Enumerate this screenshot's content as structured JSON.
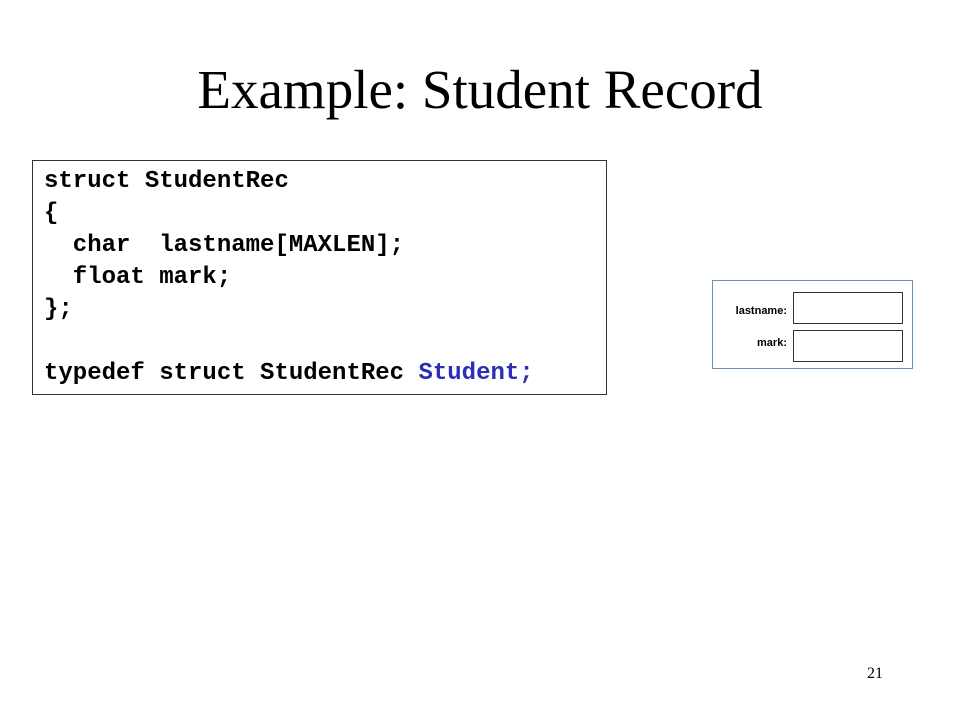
{
  "slide": {
    "title": "Example: Student Record",
    "page_number": "21"
  },
  "code": {
    "line1": "struct StudentRec",
    "line2": "{",
    "line3": "  char  lastname[MAXLEN];",
    "line4": "  float mark;",
    "line5": "};",
    "line6_prefix": "typedef struct StudentRec ",
    "line6_highlight": "Student;"
  },
  "record_diagram": {
    "field1_label": "lastname:",
    "field2_label": "mark:"
  },
  "colors": {
    "highlight_text": "#2b2fb8",
    "record_border": "#6f8fb2"
  }
}
